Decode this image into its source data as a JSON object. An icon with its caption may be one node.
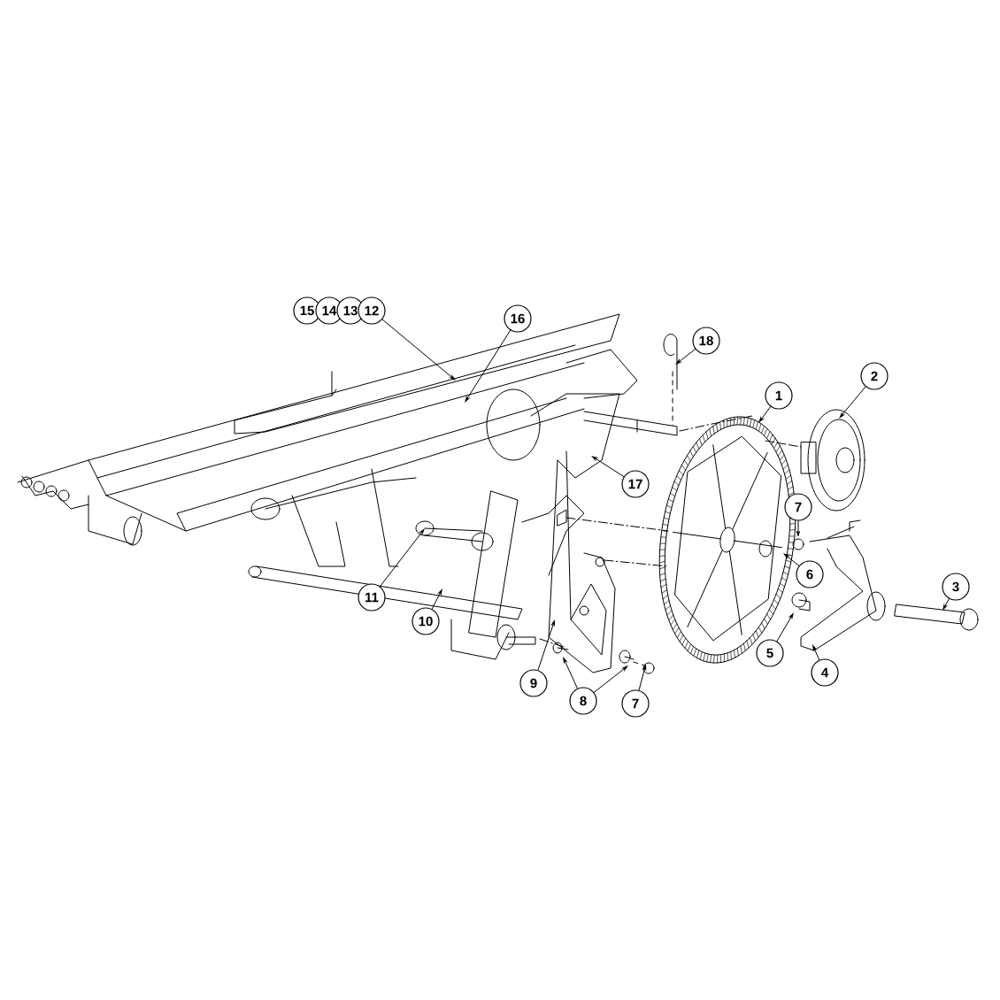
{
  "diagram": {
    "nodes": [
      {
        "text": [
          "15"
        ]
      },
      {
        "text": [
          "14"
        ]
      },
      {
        "text": [
          "13"
        ]
      },
      {
        "text": [
          "12"
        ]
      },
      {
        "text": [
          "16"
        ]
      },
      {
        "text": [
          "18"
        ]
      },
      {
        "text": [
          "1"
        ]
      },
      {
        "text": [
          "2"
        ]
      },
      {
        "text": [
          "17"
        ]
      },
      {
        "text": [
          "7"
        ]
      },
      {
        "text": [
          "6"
        ]
      },
      {
        "text": [
          "3"
        ]
      },
      {
        "text": [
          "11"
        ]
      },
      {
        "text": [
          "10"
        ]
      },
      {
        "text": [
          "5"
        ]
      },
      {
        "text": [
          "4"
        ]
      },
      {
        "text": [
          "9"
        ]
      },
      {
        "text": [
          "8"
        ]
      },
      {
        "text": [
          "7"
        ]
      }
    ],
    "edges": [
      {
        "from": 3,
        "to": null,
        "arrow": "to"
      },
      {
        "from": 4,
        "to": null,
        "arrow": "to"
      },
      {
        "from": 5,
        "to": null,
        "arrow": "to"
      },
      {
        "from": 6,
        "to": null,
        "arrow": "to"
      },
      {
        "from": 7,
        "to": null,
        "arrow": "to"
      },
      {
        "from": 8,
        "to": null,
        "arrow": "to"
      },
      {
        "from": 9,
        "to": null,
        "arrow": "to"
      },
      {
        "from": 10,
        "to": null,
        "arrow": "to"
      },
      {
        "from": 11,
        "to": null,
        "arrow": "to"
      },
      {
        "from": 12,
        "to": null,
        "arrow": "to"
      },
      {
        "from": 13,
        "to": null,
        "arrow": "to"
      },
      {
        "from": 14,
        "to": null,
        "arrow": "to"
      },
      {
        "from": 15,
        "to": null,
        "arrow": "to"
      },
      {
        "from": 16,
        "to": null,
        "arrow": "to"
      },
      {
        "from": 17,
        "to": null,
        "arrow": "to"
      },
      {
        "from": 17,
        "to": null,
        "arrow": "to"
      },
      {
        "from": 18,
        "to": null,
        "arrow": "to"
      }
    ]
  }
}
